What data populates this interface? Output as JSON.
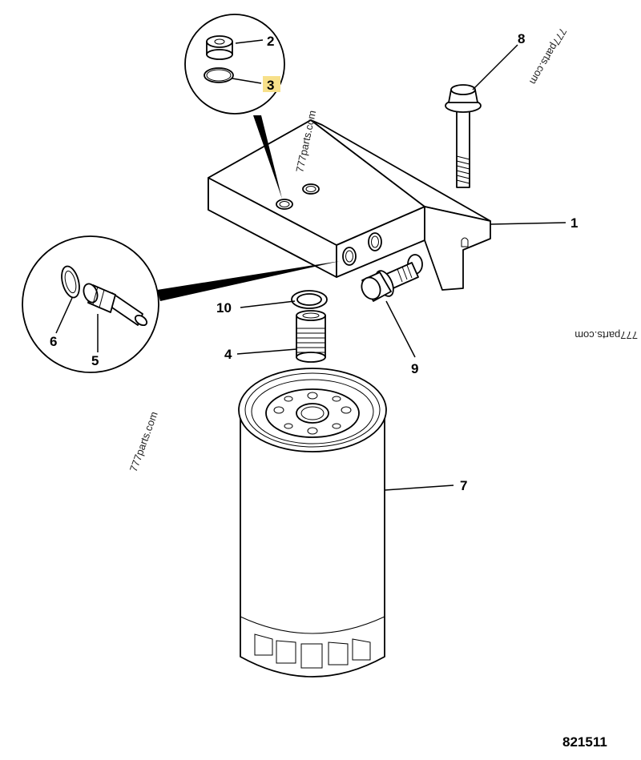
{
  "callouts": [
    {
      "id": "1",
      "label": "1",
      "highlighted": false
    },
    {
      "id": "2",
      "label": "2",
      "highlighted": false
    },
    {
      "id": "3",
      "label": "3",
      "highlighted": true
    },
    {
      "id": "4",
      "label": "4",
      "highlighted": false
    },
    {
      "id": "5",
      "label": "5",
      "highlighted": false
    },
    {
      "id": "6",
      "label": "6",
      "highlighted": false
    },
    {
      "id": "7",
      "label": "7",
      "highlighted": false
    },
    {
      "id": "8",
      "label": "8",
      "highlighted": false
    },
    {
      "id": "9",
      "label": "9",
      "highlighted": false
    },
    {
      "id": "10",
      "label": "10",
      "highlighted": false
    }
  ],
  "watermarks": [
    "777parts.com",
    "777parts.com",
    "777parts.com",
    "777parts.com"
  ],
  "document_number": "821511",
  "colors": {
    "line": "#000000",
    "highlight": "#f7e08a",
    "background": "#ffffff"
  }
}
